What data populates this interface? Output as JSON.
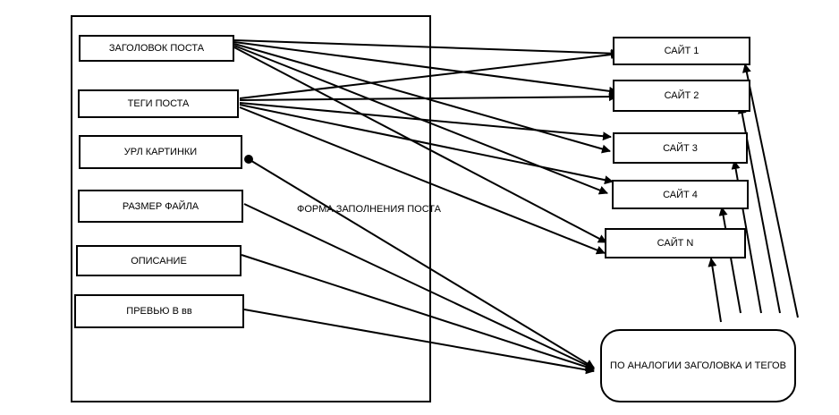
{
  "form": {
    "title": "ФОРМА ЗАПОЛНЕНИЯ ПОСТА",
    "fields": [
      {
        "id": "title",
        "label": "ЗАГОЛОВОК ПОСТА"
      },
      {
        "id": "tags",
        "label": "ТЕГИ ПОСТА"
      },
      {
        "id": "image_url",
        "label": "УРЛ КАРТИНКИ"
      },
      {
        "id": "file_size",
        "label": "РАЗМЕР ФАЙЛА"
      },
      {
        "id": "description",
        "label": "ОПИСАНИЕ"
      },
      {
        "id": "preview",
        "label": "ПРЕВЬЮ В вв"
      }
    ]
  },
  "sites": [
    {
      "id": "site1",
      "label": "САЙТ 1"
    },
    {
      "id": "site2",
      "label": "САЙТ 2"
    },
    {
      "id": "site3",
      "label": "САЙТ 3"
    },
    {
      "id": "site4",
      "label": "САЙТ 4"
    },
    {
      "id": "siteN",
      "label": "САЙТ N"
    }
  ],
  "note": {
    "label": "ПО АНАЛОГИИ ЗАГОЛОВКА И ТЕГОВ"
  },
  "connections": [
    {
      "from": "title",
      "to": "site1"
    },
    {
      "from": "title",
      "to": "site2"
    },
    {
      "from": "title",
      "to": "site3"
    },
    {
      "from": "title",
      "to": "site4"
    },
    {
      "from": "tags",
      "to": "site1"
    },
    {
      "from": "tags",
      "to": "site2"
    },
    {
      "from": "tags",
      "to": "site3"
    },
    {
      "from": "tags",
      "to": "site4"
    },
    {
      "from": "tags",
      "to": "siteN"
    },
    {
      "from": "title",
      "to": "siteN"
    },
    {
      "from": "image_url",
      "to": "note"
    },
    {
      "from": "file_size",
      "to": "note"
    },
    {
      "from": "description",
      "to": "note"
    },
    {
      "from": "preview",
      "to": "note"
    },
    {
      "from": "note",
      "to": "site1"
    },
    {
      "from": "note",
      "to": "site2"
    },
    {
      "from": "note",
      "to": "site3"
    },
    {
      "from": "note",
      "to": "site4"
    },
    {
      "from": "note",
      "to": "siteN"
    }
  ]
}
